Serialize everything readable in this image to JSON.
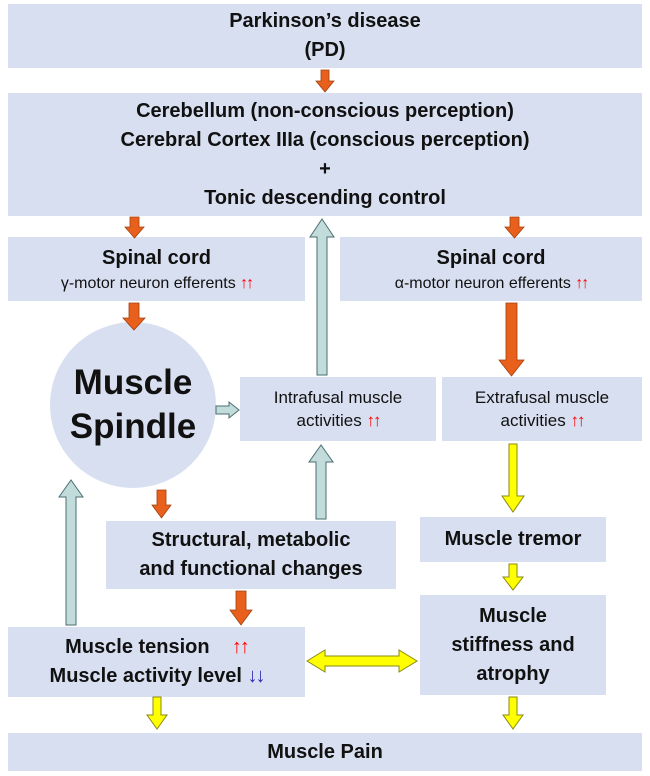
{
  "pd": {
    "line1": "Parkinson’s disease",
    "line2": "(PD)"
  },
  "brain": {
    "line1": "Cerebellum (non-conscious perception)",
    "line2": "Cerebral Cortex IIIa (conscious perception)",
    "plus": "+",
    "line3": "Tonic descending control"
  },
  "spinal_gamma": {
    "title": "Spinal cord",
    "subtitle": "γ-motor neuron efferents",
    "indicator": "↑↑"
  },
  "spinal_alpha": {
    "title": "Spinal cord",
    "subtitle": "α-motor neuron efferents",
    "indicator": "↑↑"
  },
  "spindle": {
    "line1": "Muscle",
    "line2": "Spindle"
  },
  "intrafusal": {
    "line1": "Intrafusal muscle",
    "line2": "activities",
    "indicator": "↑↑"
  },
  "extrafusal": {
    "line1": "Extrafusal muscle",
    "line2": "activities",
    "indicator": "↑↑"
  },
  "structural": {
    "line1": "Structural, metabolic",
    "line2": "and functional changes"
  },
  "tremor": {
    "label": "Muscle tremor"
  },
  "tension": {
    "line1": "Muscle tension",
    "up": "↑↑",
    "line2": "Muscle activity level",
    "down": "↓↓"
  },
  "stiffness": {
    "line1": "Muscle",
    "line2": "stiffness and",
    "line3": "atrophy"
  },
  "pain": {
    "label": "Muscle Pain"
  },
  "colors": {
    "box": "#d8dff0",
    "orange_arrow": "#e8601c",
    "yellow_arrow": "#ffff00",
    "teal_arrow": "#c2dcdc",
    "increase": "#ff0000",
    "decrease": "#2b2bb5"
  }
}
